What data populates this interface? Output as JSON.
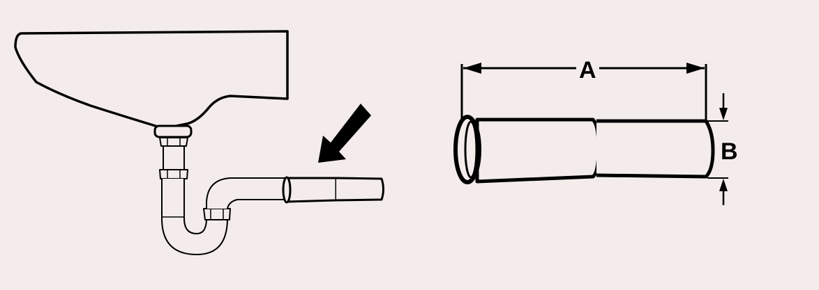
{
  "colors": {
    "background": "#f3eceb",
    "stroke": "#000000",
    "fill": "#f3eceb"
  },
  "figure_left": {
    "description": "Sink with P-trap drain; arrow points to the tailpiece extension pipe",
    "components": [
      "sink-basin",
      "drain-flange",
      "slip-nut-upper",
      "tailpiece",
      "slip-nut-middle",
      "j-bend",
      "slip-nut-trap",
      "trap-arm",
      "extension-tube"
    ],
    "arrow_direction": "down-left"
  },
  "figure_right": {
    "description": "Extension tube dimension diagram",
    "dimension_a_label": "A",
    "dimension_b_label": "B",
    "dimension_a_meaning": "length",
    "dimension_b_meaning": "diameter"
  }
}
